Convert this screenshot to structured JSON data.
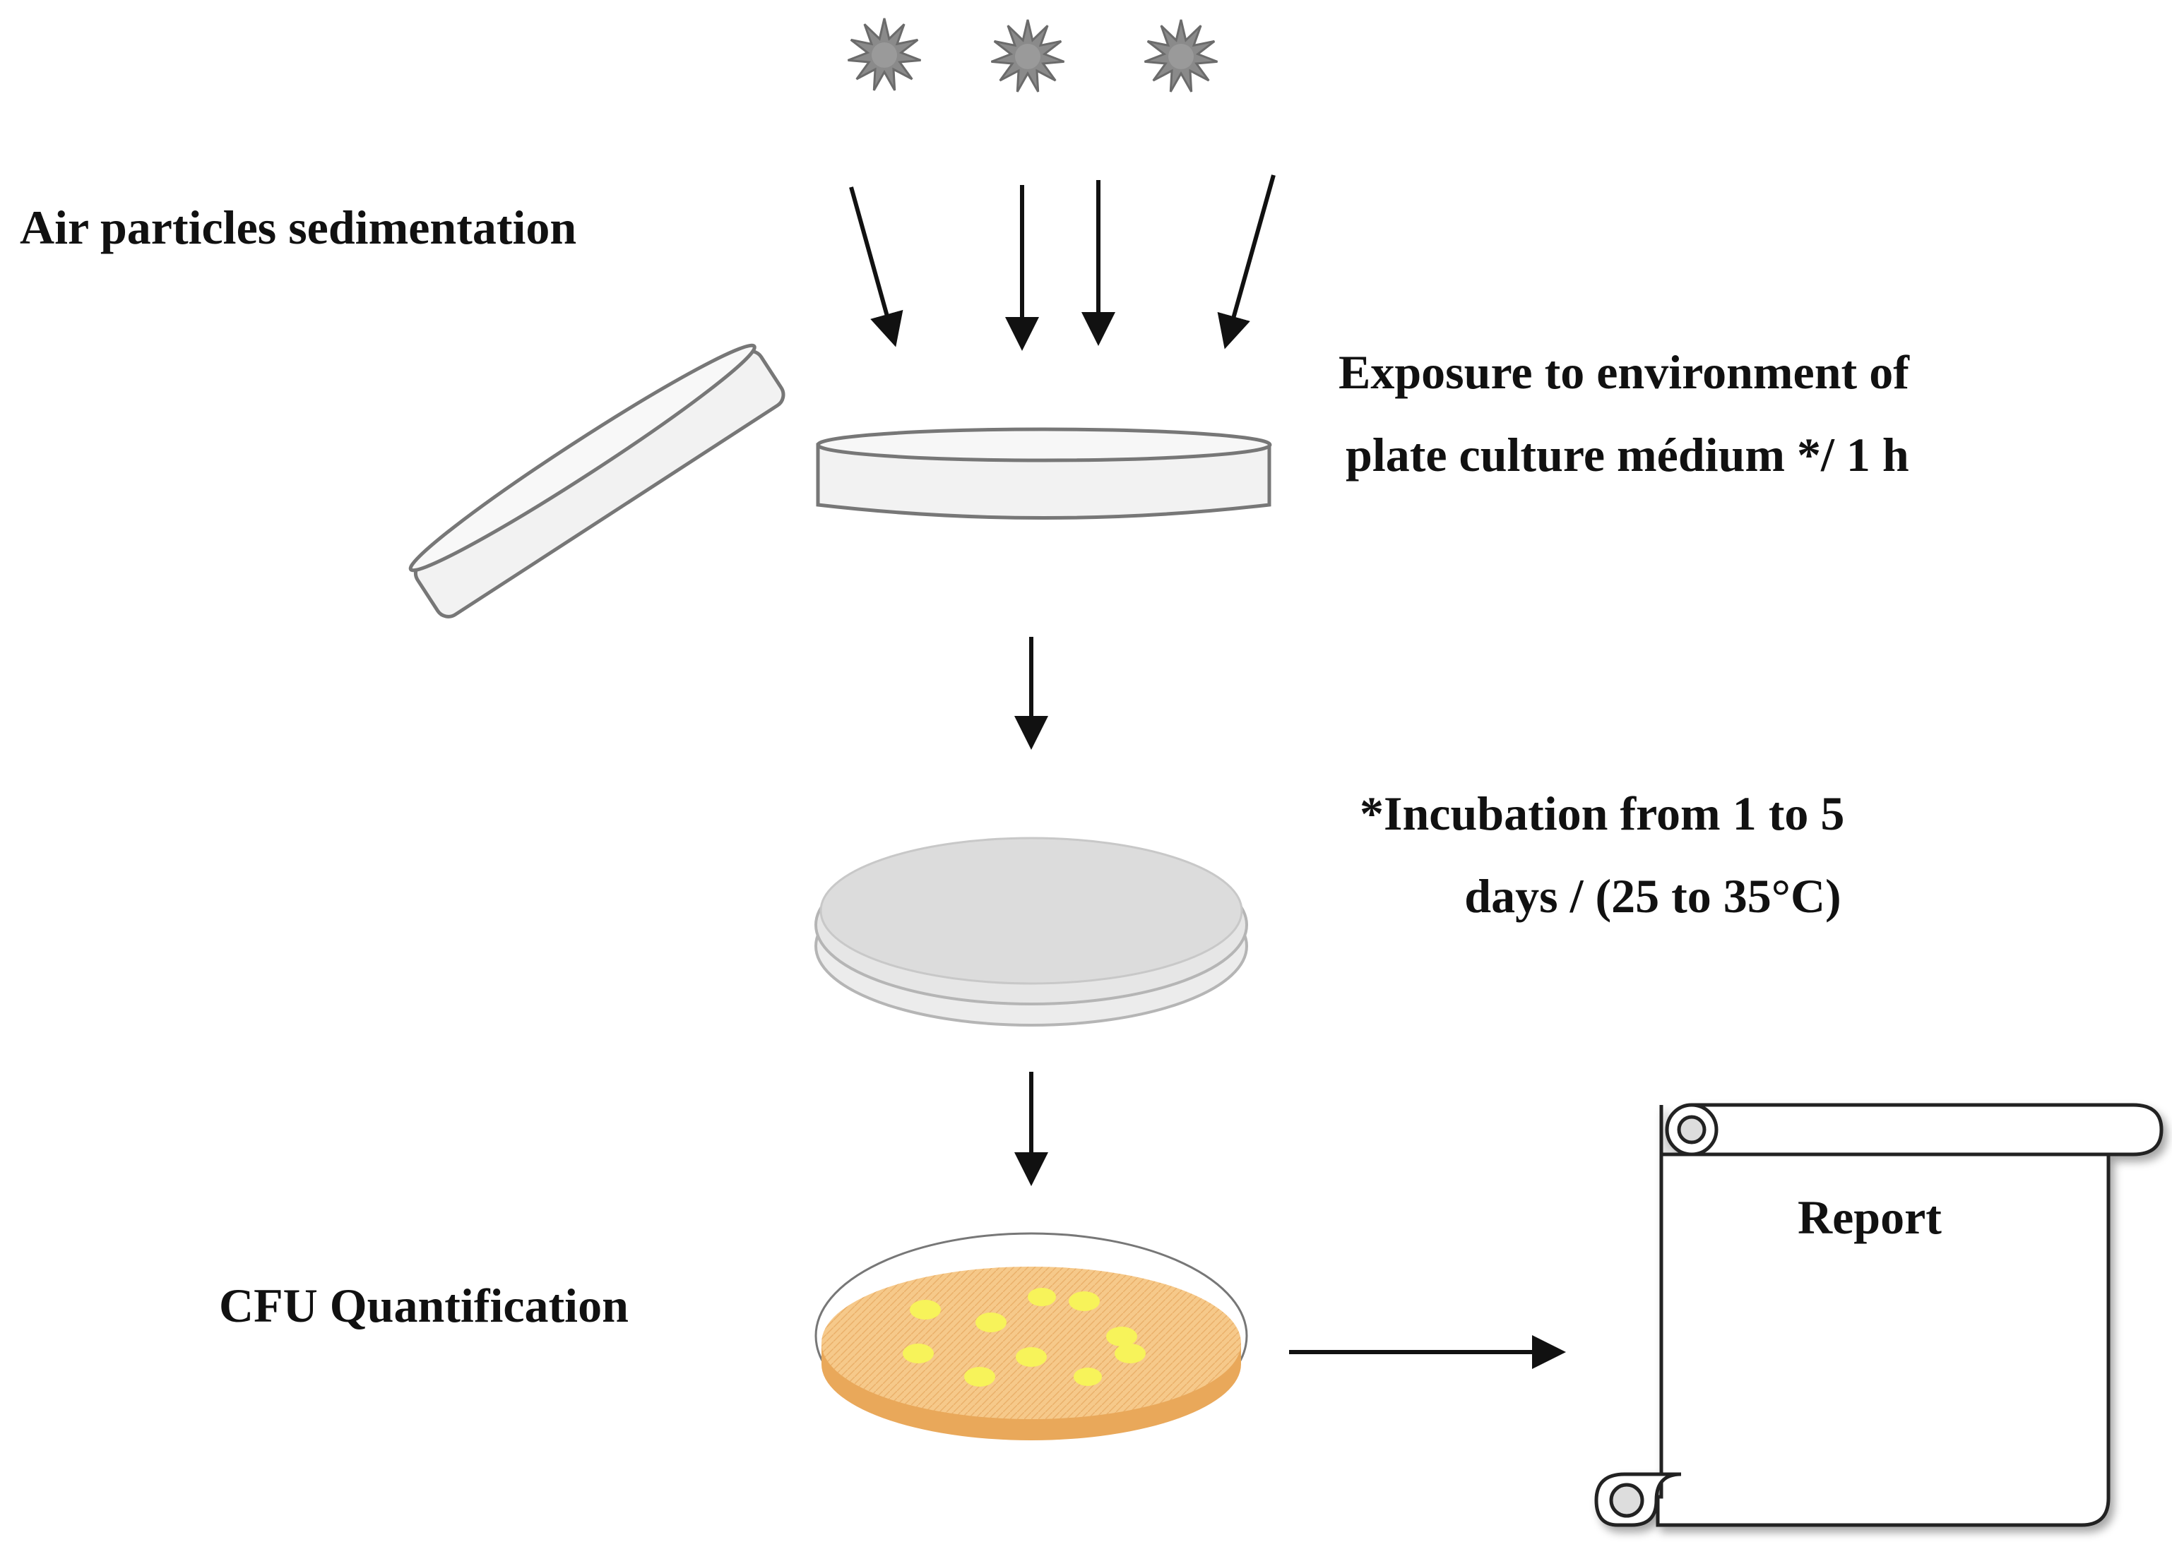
{
  "labels": {
    "air_sedimentation": "Air particles sedimentation",
    "exposure_line1": "Exposure to environment of",
    "exposure_line2": "plate culture médium */ 1 h",
    "incubation_line1": "*Incubation from 1 to 5",
    "incubation_line2": "days / (25 to 35°C)",
    "cfu": "CFU Quantification",
    "report": "Report"
  },
  "colors": {
    "arrow": "#111111",
    "dish_outline": "#777777",
    "dish_fill": "#f2f2f2",
    "incubated_dish_fill": "#dcdcdc",
    "agar": "#f6c98a",
    "colony": "#f7f35a",
    "particle": "#8a8a8a",
    "scroll_outline": "#222222"
  },
  "icons": [
    "particle-icon",
    "open-lid-icon",
    "petri-dish-icon",
    "incubated-dish-icon",
    "colony-dish-icon",
    "report-scroll-icon"
  ]
}
